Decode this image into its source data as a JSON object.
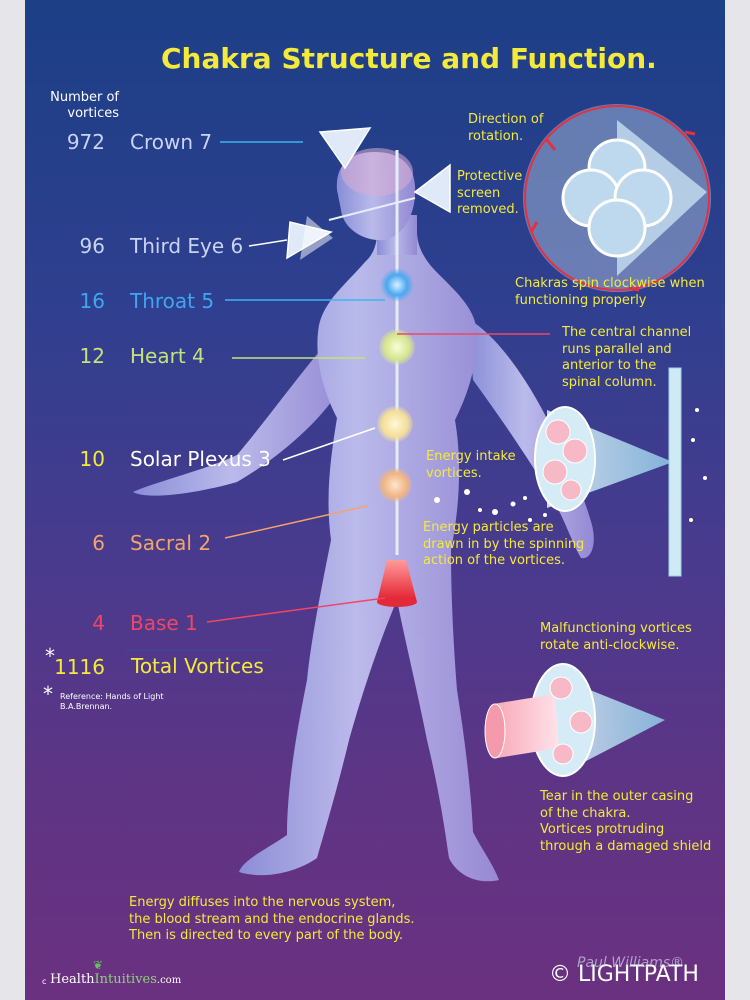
{
  "title": "Chakra Structure and Function.",
  "vortices_header": "Number of\nvortices",
  "chakras": [
    {
      "count": "972",
      "label": "Crown 7",
      "color": "#c9d3f3"
    },
    {
      "count": "96",
      "label": "Third Eye 6",
      "color": "#c9d3f3"
    },
    {
      "count": "16",
      "label": "Throat 5",
      "color": "#3fa6ef"
    },
    {
      "count": "12",
      "label": "Heart 4",
      "color": "#c5e27a"
    },
    {
      "count": "10",
      "label": "Solar Plexus 3",
      "color": "#ffffff",
      "count_color": "#f4ea3c"
    },
    {
      "count": "6",
      "label": "Sacral 2",
      "color": "#f2a46a"
    },
    {
      "count": "4",
      "label": "Base 1",
      "color": "#ef4666"
    }
  ],
  "total": {
    "star": "*",
    "count": "1116",
    "label": "Total Vortices",
    "color": "#f4ea3c"
  },
  "reference": {
    "star": "*",
    "text": "Reference: Hands of Light\nB.A.Brennan."
  },
  "annotations": {
    "direction": "Direction of\nrotation.",
    "protective": "Protective\nscreen\nremoved.",
    "spin": "Chakras spin clockwise when\nfunctioning properly",
    "central": "The central channel\nruns parallel and\nanterior to the\nspinal column.",
    "intake": "Energy intake\nvortices.",
    "particles": "Energy particles are\ndrawn in by the spinning\naction of the vortices.",
    "malfunction": "Malfunctioning vortices\nrotate anti-clockwise.",
    "tear": "Tear in the outer casing\nof the chakra.\nVortices protruding\nthrough a damaged shield",
    "diffuse": "Energy diffuses into the nervous system,\nthe blood stream and the endocrine glands.\nThen is directed to every part of the body."
  },
  "footer": {
    "left_c": "c",
    "left_health": "Health",
    "left_intuitives": "Intuitives",
    "left_com": ".com",
    "right": "© LIGHTPATH",
    "signature": "Paul Williams®"
  }
}
